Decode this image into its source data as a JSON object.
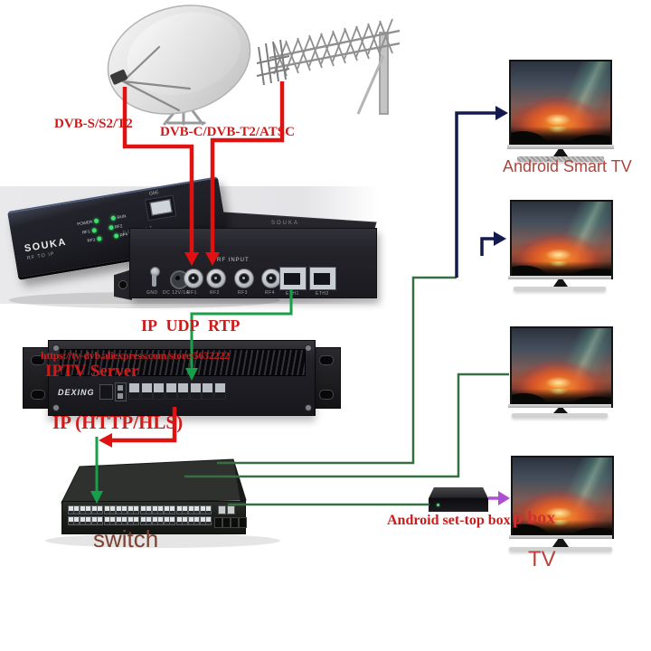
{
  "sources": {
    "satellite_label": "DVB-S/S2/T2",
    "antenna_label": "DVB-C/DVB-T2/ATSC"
  },
  "receiver": {
    "brand": "SOUKA",
    "model": "RF TO IP",
    "port_gbe": "GbE",
    "default_text": "DEFAULT",
    "leds": [
      "POWER",
      "RUN",
      "RF1",
      "RF2",
      "RF3",
      "RF4"
    ],
    "rear": {
      "panel_label": "RF INPUT",
      "brand": "SOUKA",
      "gnd": "GND",
      "power": "DC 12V/1A",
      "rf_ports": [
        "RF1",
        "RF2",
        "RF3",
        "RF4"
      ],
      "eth_ports": [
        "ETH1",
        "ETH2"
      ]
    }
  },
  "flows": {
    "udp": "IP UDP RTP",
    "hls": "IP (HTTP/HLS)"
  },
  "server": {
    "watermark_url": "https://ty-dvb.aliexpress.com/store/5632222",
    "label": "IPTV Server",
    "brand": "DEXING",
    "port_count": 8
  },
  "switch": {
    "label": "switch",
    "port_groups": 4,
    "ports_per_group": 12
  },
  "endpoints": {
    "smart_tv_label": "Android Smart TV",
    "stb_label": "Android set-top box",
    "stb_ghost": "p box",
    "tv_label": "TV"
  },
  "colors": {
    "rf_line": "#e01111",
    "ip_line": "#16a04a",
    "lan_line": "#356f42",
    "tv_line": "#151a4e",
    "hdmi_line": "#ad4fd2",
    "label_red": "#cf1a1a",
    "label_brick": "#b0453c"
  }
}
